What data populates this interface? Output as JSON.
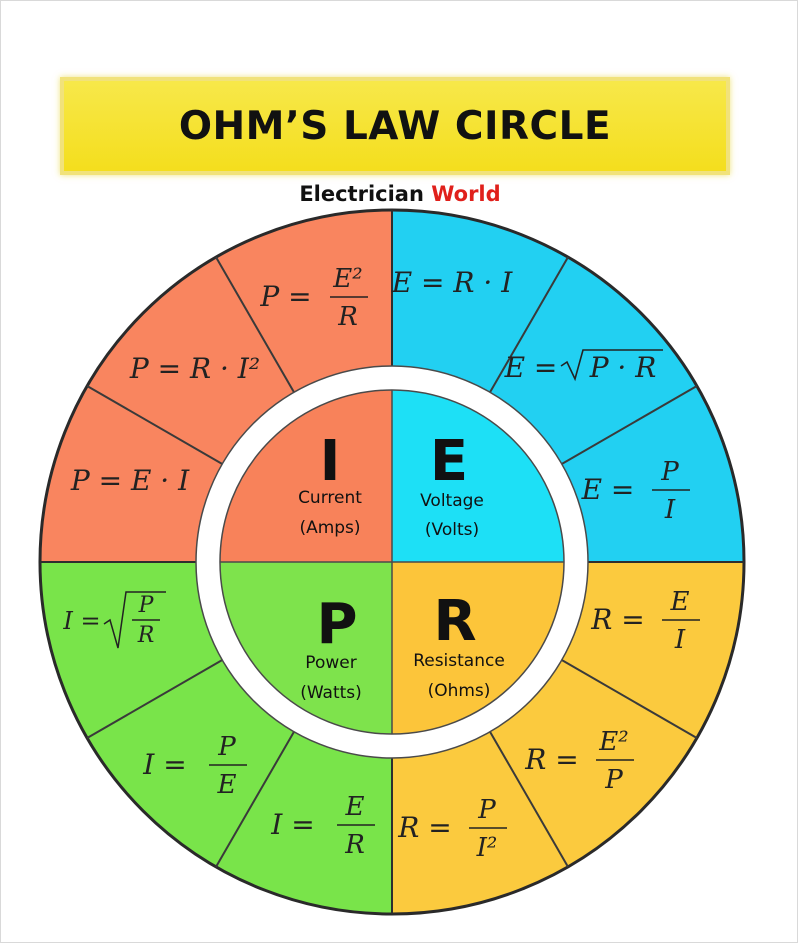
{
  "header": {
    "title": "OHM’S LAW CIRCLE",
    "brand_part1": "Electrician",
    "brand_part2": "World"
  },
  "colors": {
    "power_outer": "#f9855f",
    "voltage_outer": "#22d0f2",
    "resistance_outer": "#fbca3e",
    "current_outer": "#79e44a",
    "center_i": "#f8825a",
    "center_e": "#1de0f6",
    "center_r": "#fcc53a",
    "center_p": "#7ee34c",
    "banner": "#f4de1d",
    "brand_red": "#e0201b"
  },
  "quadrants": {
    "top_left": {
      "letter": "I",
      "name": "Current",
      "unit": "(Amps)"
    },
    "top_right": {
      "letter": "E",
      "name": "Voltage",
      "unit": "(Volts)"
    },
    "bottom_left": {
      "letter": "P",
      "name": "Power",
      "unit": "(Watts)"
    },
    "bottom_right": {
      "letter": "R",
      "name": "Resistance",
      "unit": "(Ohms)"
    }
  },
  "formulas": {
    "power": [
      {
        "lhs": "P",
        "type": "frac",
        "num": "E²",
        "den": "R"
      },
      {
        "lhs": "P",
        "type": "inline",
        "rhs": "R · I²"
      },
      {
        "lhs": "P",
        "type": "inline",
        "rhs": "E · I"
      }
    ],
    "voltage": [
      {
        "lhs": "E",
        "type": "inline",
        "rhs": "R · I"
      },
      {
        "lhs": "E",
        "type": "sqrt",
        "rhs": "P · R"
      },
      {
        "lhs": "E",
        "type": "frac",
        "num": "P",
        "den": "I"
      }
    ],
    "resistance": [
      {
        "lhs": "R",
        "type": "frac",
        "num": "E",
        "den": "I"
      },
      {
        "lhs": "R",
        "type": "frac",
        "num": "E²",
        "den": "P"
      },
      {
        "lhs": "R",
        "type": "frac",
        "num": "P",
        "den": "I²"
      }
    ],
    "current": [
      {
        "lhs": "I",
        "type": "sqrtfrac",
        "num": "P",
        "den": "R"
      },
      {
        "lhs": "I",
        "type": "frac",
        "num": "P",
        "den": "E"
      },
      {
        "lhs": "I",
        "type": "frac",
        "num": "E",
        "den": "R"
      }
    ]
  }
}
